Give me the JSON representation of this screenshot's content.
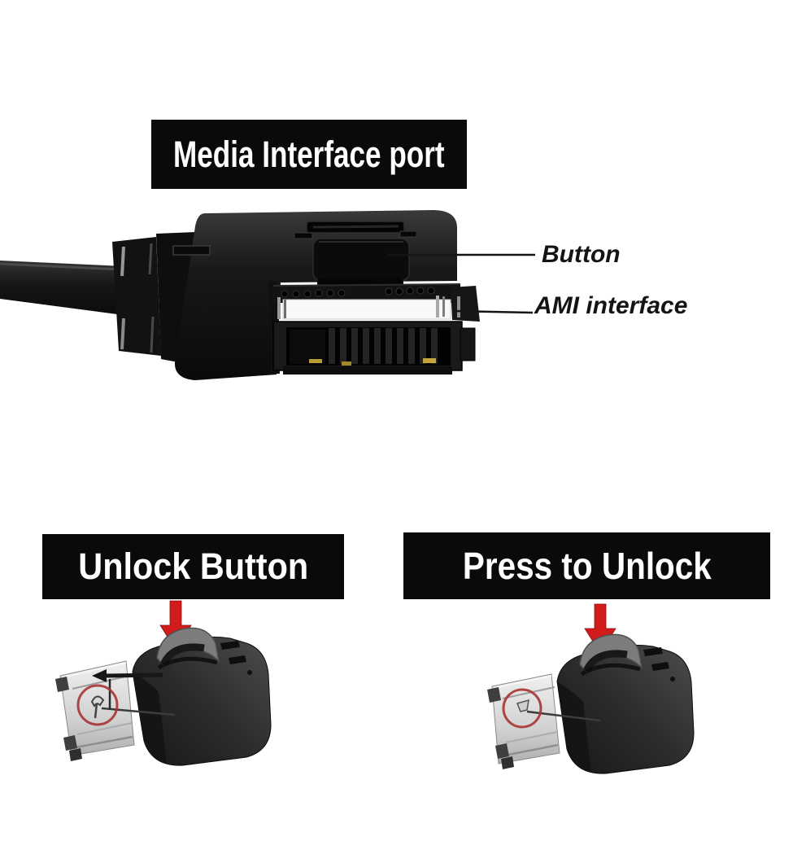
{
  "top_section": {
    "title": "Media Interface port",
    "callouts": {
      "button": "Button",
      "ami": "AMI interface"
    }
  },
  "bottom_left": {
    "title": "Unlock Button"
  },
  "bottom_right": {
    "title": "Press to Unlock"
  },
  "icons": {
    "red_arrow_down": "filled red downward arrow",
    "black_arrow_left": "small black leftward arrow pointing at lock pin",
    "red_circle": "red ellipse highlighting lock pin"
  },
  "colors": {
    "label_box_bg": "#0a0a0a",
    "label_text": "#ffffff",
    "callout_text": "#141414",
    "arrow_red": "#d21c1c",
    "highlight_circle_red": "#a83434",
    "connector_black": "#141414",
    "metal_silver": "#cfcfcf",
    "background": "#ffffff"
  }
}
